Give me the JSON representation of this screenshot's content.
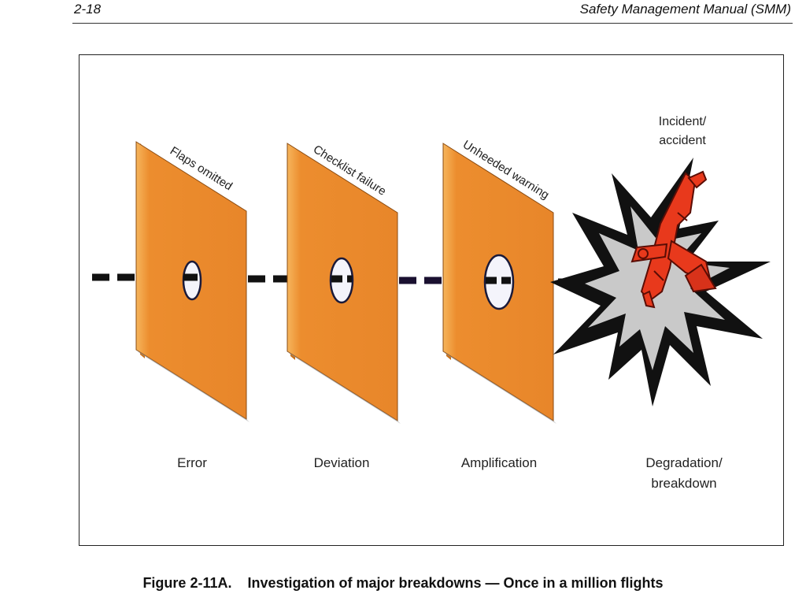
{
  "header": {
    "page_number": "2-18",
    "manual_title": "Safety Management Manual (SMM)"
  },
  "figure": {
    "caption": "Figure 2-11A.    Investigation of major breakdowns — Once in a million flights",
    "layers": [
      {
        "top_label": "Flaps omitted",
        "stage_label": "Error"
      },
      {
        "top_label": "Checklist failure",
        "stage_label": "Deviation"
      },
      {
        "top_label": "Unheeded warning",
        "stage_label": "Amplification"
      }
    ],
    "outcome": {
      "top_line1": "Incident/",
      "top_line2": "accident",
      "bottom_line1": "Degradation/",
      "bottom_line2": "breakdown"
    },
    "colors": {
      "layer_fill": "#ec8d2e",
      "layer_edge": "#c96f16",
      "explosion_outer": "#111111",
      "explosion_inner": "#c9c9c9",
      "aircraft": "#e8391c",
      "arrow": "#111111"
    },
    "icons": [
      "explosion-icon",
      "crashed-aircraft-icon",
      "arrow-head-icon"
    ]
  }
}
